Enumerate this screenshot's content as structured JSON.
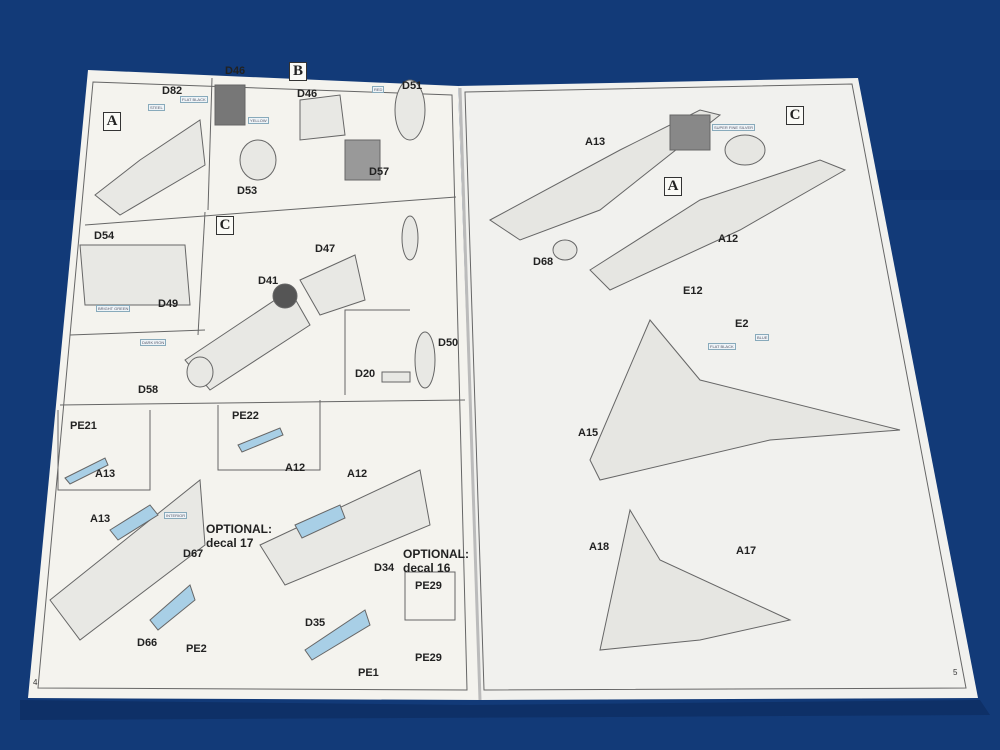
{
  "colors": {
    "background": "#123a78",
    "page": "#f4f3ee",
    "blue_part": "#a8cfe6",
    "line": "#555555"
  },
  "left_page": {
    "page_number": "4",
    "steps": [
      "A",
      "B",
      "C"
    ],
    "parts": [
      "D82",
      "D46",
      "D46",
      "D51",
      "D57",
      "D53",
      "D54",
      "D49",
      "D47",
      "D41",
      "D58",
      "D50",
      "D20",
      "PE21",
      "A13",
      "PE22",
      "A12",
      "A12",
      "A13",
      "D67",
      "D34",
      "D66",
      "PE2",
      "D35",
      "PE1",
      "PE29",
      "PE29"
    ],
    "optional_1": {
      "title": "OPTIONAL:",
      "text": "decal 17"
    },
    "optional_2": {
      "title": "OPTIONAL:",
      "text": "decal 16"
    },
    "color_tags": [
      "FLAT BLACK",
      "STEEL",
      "YELLOW",
      "RED",
      "BRIGHT GREEN",
      "DARK IRON",
      "INTERIOR"
    ]
  },
  "right_page": {
    "page_number": "5",
    "steps": [
      "C",
      "A"
    ],
    "parts": [
      "A13",
      "A12",
      "D68",
      "E12",
      "E2",
      "A15",
      "A18",
      "A17"
    ],
    "color_tags": [
      "SUPER FINE SILVER",
      "FLAT BLACK",
      "BLUE"
    ]
  }
}
